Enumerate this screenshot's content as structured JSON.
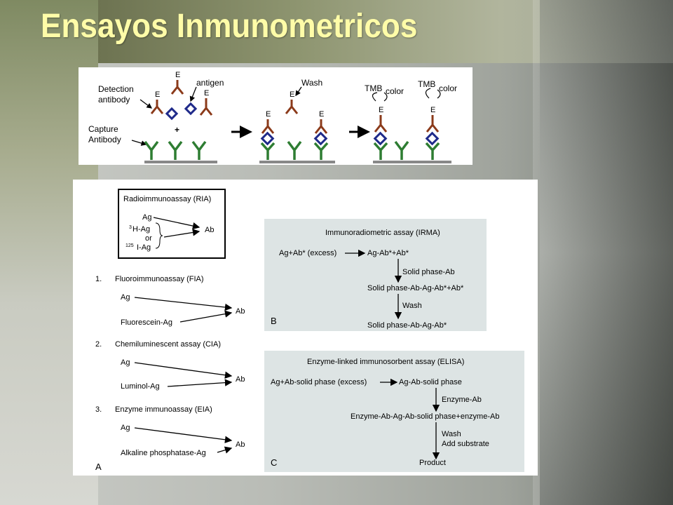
{
  "slide": {
    "title": "Ensayos Inmunometricos"
  },
  "top_figure": {
    "detection_antibody": [
      "Detection",
      "antibody"
    ],
    "capture_antibody": [
      "Capture",
      "Antibody"
    ],
    "antigen": "antigen",
    "wash": "Wash",
    "enzyme_letter": "E",
    "plus": "+",
    "tmb": "TMB",
    "color": "color"
  },
  "ria": {
    "title": "Radioimmunoassay (RIA)",
    "ag": "Ag",
    "h_sup": "3",
    "h_ag": "H-Ag",
    "or": "or",
    "i_sup": "125",
    "i_ag": "I-Ag",
    "ab": "Ab"
  },
  "fia": {
    "num": "1.",
    "title": "Fluoroimmunoassay (FIA)",
    "top": "Ag",
    "bottom": "Fluorescein-Ag",
    "ab": "Ab"
  },
  "cia": {
    "num": "2.",
    "title": "Chemiluminescent assay (CIA)",
    "top": "Ag",
    "bottom": "Luminol-Ag",
    "ab": "Ab"
  },
  "eia": {
    "num": "3.",
    "title": "Enzyme immunoassay (EIA)",
    "top": "Ag",
    "bottom": "Alkaline phosphatase-Ag",
    "ab": "Ab"
  },
  "panel_a_label": "A",
  "irma": {
    "title": "Immunoradiometric assay (IRMA)",
    "line1_left": "Ag+Ab* (excess)",
    "line1_right": "Ag-Ab*+Ab*",
    "step1": "Solid phase-Ab",
    "line2": "Solid phase-Ab-Ag-Ab*+Ab*",
    "step2": "Wash",
    "line3": "Solid phase-Ab-Ag-Ab*",
    "label": "B"
  },
  "elisa": {
    "title": "Enzyme-linked immunosorbent assay (ELISA)",
    "line1_left": "Ag+Ab-solid phase (excess)",
    "line1_right": "Ag-Ab-solid phase",
    "step1": "Enzyme-Ab",
    "line2": "Enzyme-Ab-Ag-Ab-solid phase+enzyme-Ab",
    "step2a": "Wash",
    "step2b": "Add substrate",
    "line3": "Product",
    "label": "C"
  },
  "colors": {
    "title": "#fffca8",
    "antibody_detection": "#8b3a1a",
    "antibody_capture": "#2e7d32",
    "antigen": "#1f2a8a",
    "box_fill": "#dde4e4"
  }
}
